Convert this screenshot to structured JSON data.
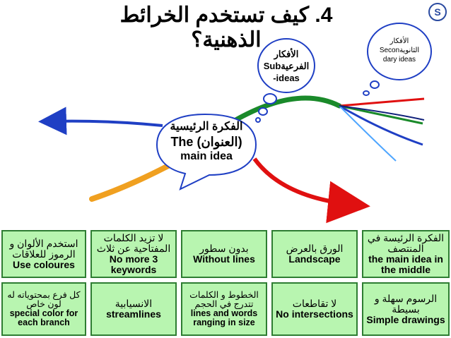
{
  "title": "4. كيف تستخدم الخرائط الذهنية؟",
  "logo": "S",
  "central": {
    "ar": "الفكرة الرئيسية",
    "en_line1": "The (العنوان)",
    "en_line2": "main idea"
  },
  "sub_bubble": {
    "line1": "الأفكار",
    "line2": "Subالفرعية",
    "line3": "-ideas"
  },
  "secondary_bubble": {
    "line1": "الأفكار",
    "line2": "Seconالثانوية",
    "line3": "dary ideas"
  },
  "colors": {
    "cell_bg": "#b8f5b0",
    "cell_border": "#2e7d32",
    "branch_blue": "#1f3fc4",
    "branch_green": "#1a8a2a",
    "branch_red": "#e01010",
    "branch_orange": "#f0a020"
  },
  "cells": [
    {
      "ar": "استخدم الألوان و الرموز للعلاقات",
      "en": "Use coloures"
    },
    {
      "ar": "لا تزيد الكلمات المفتاحية عن ثلاث",
      "en": "No more 3 keywords"
    },
    {
      "ar": "بدون سطور",
      "en": "Without lines"
    },
    {
      "ar": "الورق بالعرض",
      "en": "Landscape"
    },
    {
      "ar": "الفكرة الرئيسة في المنتصف",
      "en": "the main idea in the middle"
    },
    {
      "ar": "كل فرع بمحتوياته له لون خاص",
      "en": "special color for each branch"
    },
    {
      "ar": "الانسيابية",
      "en": "streamlines"
    },
    {
      "ar": "الخطوط و الكلمات تتدرج في الحجم",
      "en": "lines and words ranging in size"
    },
    {
      "ar": "لا تقاطعات",
      "en": "No intersections"
    },
    {
      "ar": "الرسوم سهلة و بسيطة",
      "en": "Simple drawings"
    }
  ]
}
